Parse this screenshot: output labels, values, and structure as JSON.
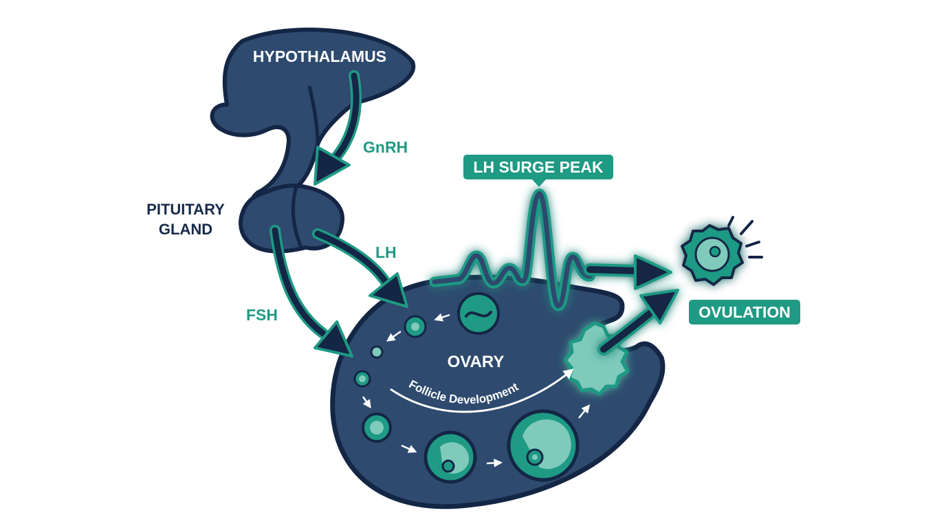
{
  "labels": {
    "hypothalamus": "HYPOTHALAMUS",
    "pituitary_line1": "PITUITARY",
    "pituitary_line2": "GLAND",
    "gnrh": "GnRH",
    "lh": "LH",
    "fsh": "FSH",
    "lh_surge_peak": "LH SURGE PEAK",
    "ovary": "OVARY",
    "follicle_development": "Follicle Development",
    "ovulation": "OVULATION"
  },
  "colors": {
    "navy_fill": "#2e4a6e",
    "navy_outline": "#142645",
    "teal": "#1f9a84",
    "teal_light": "#7fcabb",
    "white": "#ffffff"
  },
  "icons": {
    "gnrh_arrow": "arrow-down-left-icon",
    "lh_arrow": "arrow-down-right-icon",
    "fsh_arrow": "arrow-down-right-icon",
    "ovulation_arrows": "arrow-right-icon",
    "egg": "oocyte-icon",
    "burst": "sparkle-lines-icon"
  }
}
